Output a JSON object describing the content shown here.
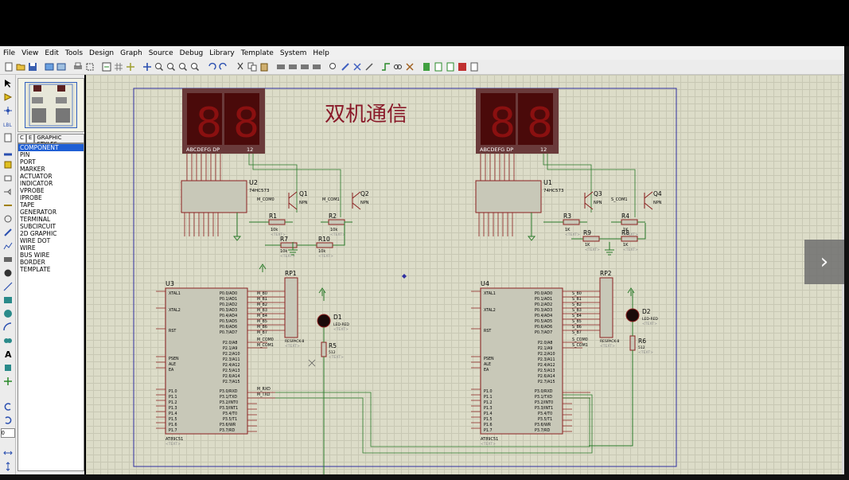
{
  "menu": [
    "File",
    "View",
    "Edit",
    "Tools",
    "Design",
    "Graph",
    "Source",
    "Debug",
    "Library",
    "Template",
    "System",
    "Help"
  ],
  "toolbar_icons": [
    "new-icon",
    "open-icon",
    "save-icon",
    "import-icon",
    "export-icon",
    "print-icon",
    "area-icon",
    "refresh-icon",
    "grid-icon",
    "origin-icon",
    "pan-icon",
    "zoom-in-icon",
    "zoom-out-icon",
    "zoom-all-icon",
    "zoom-area-icon",
    "undo-icon",
    "redo-icon",
    "cut-icon",
    "copy-icon",
    "paste-icon",
    "block-copy-icon",
    "block-move-icon",
    "block-rotate-icon",
    "block-delete-icon",
    "pick-icon",
    "make-device-icon",
    "package-icon",
    "decompose-icon",
    "wire-autoroute-icon",
    "search-icon",
    "property-icon",
    "netlist-icon",
    "bom-icon",
    "erc-icon",
    "ares-icon",
    "help-icon"
  ],
  "panel": {
    "tabs": [
      "C",
      "E"
    ],
    "header": "GRAPHIC STYLES",
    "items": [
      "COMPONENT",
      "PIN",
      "PORT",
      "MARKER",
      "ACTUATOR",
      "INDICATOR",
      "VPROBE",
      "IPROBE",
      "TAPE",
      "GENERATOR",
      "TERMINAL",
      "SUBCIRCUIT",
      "2D GRAPHIC",
      "WIRE DOT",
      "WIRE",
      "BUS WIRE",
      "BORDER",
      "TEMPLATE"
    ],
    "selected": "COMPONENT",
    "rotation_value": "0"
  },
  "schematic": {
    "title": "双机通信",
    "display_left": {
      "pins": "ABCDEFG  DP",
      "pin2": "12"
    },
    "display_right": {
      "pins": "ABCDEFG  DP",
      "pin2": "12"
    },
    "latch_left": {
      "ref": "U2",
      "part": "74HC573"
    },
    "latch_right": {
      "ref": "U1",
      "part": "74HC573"
    },
    "q1": {
      "ref": "Q1",
      "type": "NPN"
    },
    "q2": {
      "ref": "Q2",
      "type": "NPN"
    },
    "q3": {
      "ref": "Q3",
      "type": "NPN"
    },
    "q4": {
      "ref": "Q4",
      "type": "NPN"
    },
    "net_m_com0": "M_COM0",
    "net_m_com1": "M_COM1",
    "net_s_com1": "S_COM1",
    "r1": {
      "ref": "R1",
      "val": "10k"
    },
    "r2": {
      "ref": "R2",
      "val": "10k"
    },
    "r7": {
      "ref": "R7",
      "val": "10k"
    },
    "r10": {
      "ref": "R10",
      "val": "10k"
    },
    "r3": {
      "ref": "R3",
      "val": "1K"
    },
    "r4": {
      "ref": "R4",
      "val": "1K"
    },
    "r9": {
      "ref": "R9",
      "val": "1K"
    },
    "r8": {
      "ref": "R8",
      "val": "1K"
    },
    "text_placeholder": "<TEXT>",
    "rp1": {
      "ref": "RP1",
      "part": "RESPACK-8"
    },
    "rp2": {
      "ref": "RP2",
      "part": "RESPACK-8"
    },
    "d1": {
      "ref": "D1",
      "part": "LED-RED"
    },
    "d2": {
      "ref": "D2",
      "part": "LED-RED"
    },
    "r5": {
      "ref": "R5",
      "val": "512"
    },
    "r6": {
      "ref": "R6",
      "val": "512"
    },
    "mcu_left": {
      "ref": "U3",
      "part": "AT89C51"
    },
    "mcu_right": {
      "ref": "U4",
      "part": "AT89C51"
    },
    "mcu_pins_left": [
      "XTAL1",
      "XTAL2",
      "RST",
      "PSEN",
      "ALE",
      "EA",
      "P1.0",
      "P1.1",
      "P1.2",
      "P1.3",
      "P1.4",
      "P1.5",
      "P1.6",
      "P1.7"
    ],
    "mcu_pins_right": [
      "P0.0/AD0",
      "P0.1/AD1",
      "P0.2/AD2",
      "P0.3/AD3",
      "P0.4/AD4",
      "P0.5/AD5",
      "P0.6/AD6",
      "P0.7/AD7",
      "P2.0/A8",
      "P2.1/A9",
      "P2.2/A10",
      "P2.3/A11",
      "P2.4/A12",
      "P2.5/A13",
      "P2.6/A14",
      "P2.7/A15",
      "P3.0/RXD",
      "P3.1/TXD",
      "P3.2/INT0",
      "P3.3/INT1",
      "P3.4/T0",
      "P3.5/T1",
      "P3.6/WR",
      "P3.7/RD"
    ],
    "nets_u3_p0": [
      "M_B0",
      "M_B1",
      "M_B2",
      "M_B3",
      "M_B4",
      "M_B5",
      "M_B6",
      "M_B7"
    ],
    "nets_u3_p2": [
      "M_COM0",
      "M_COM1"
    ],
    "nets_u3_p3": [
      "M_RXD",
      "M_TXD"
    ],
    "nets_u4_p0": [
      "S_B0",
      "S_B1",
      "S_B2",
      "S_B3",
      "S_B4",
      "S_B5",
      "S_B6",
      "S_B7"
    ],
    "nets_u4_p2": [
      "S_COM0",
      "S_COM1"
    ]
  },
  "nav_next": "›"
}
